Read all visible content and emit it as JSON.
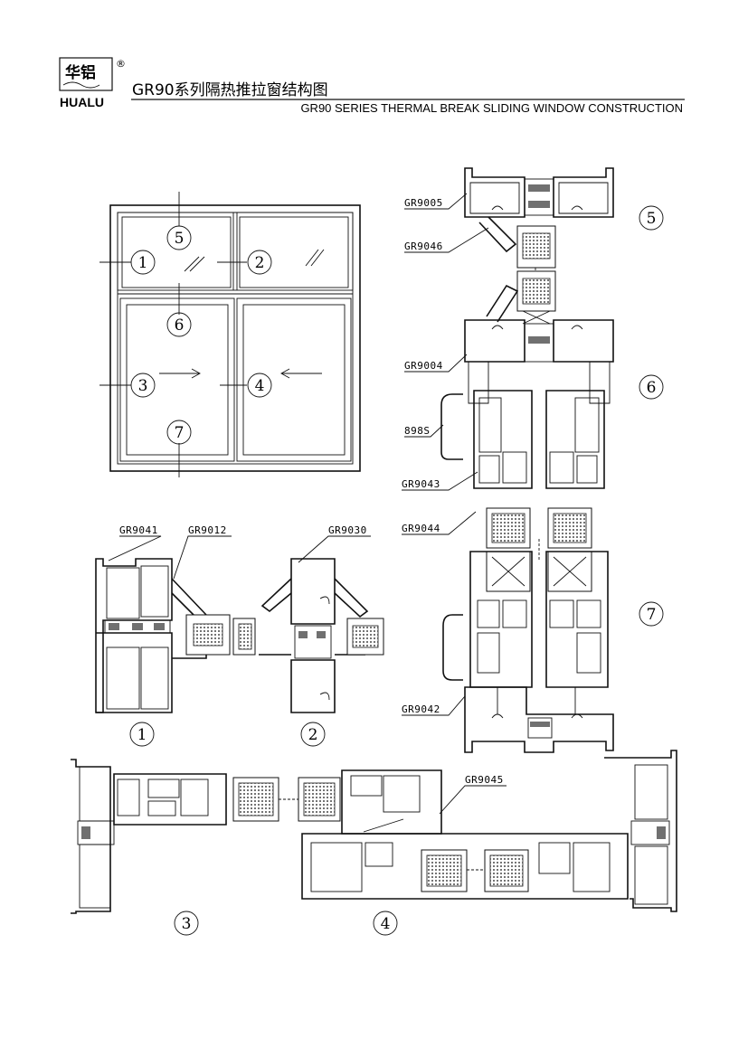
{
  "logo": {
    "cn": "华铝",
    "en": "HUALU",
    "registered": "®"
  },
  "title": {
    "cn": "GR90系列隔热推拉窗结构图",
    "en": "GR90 SERIES THERMAL BREAK SLIDING WINDOW CONSTRUCTION"
  },
  "elevation": {
    "markers": [
      "1",
      "2",
      "3",
      "4",
      "5",
      "6",
      "7"
    ]
  },
  "section_567": {
    "labels": {
      "gr9005": "GR9005",
      "gr9046": "GR9046",
      "gr9004": "GR9004",
      "s898": "898S",
      "gr9043": "GR9043",
      "gr9044": "GR9044",
      "gr9042": "GR9042"
    },
    "markers": {
      "m5": "5",
      "m6": "6",
      "m7": "7"
    }
  },
  "section_1": {
    "labels": {
      "gr9041": "GR9041",
      "gr9012": "GR9012"
    },
    "marker": "1"
  },
  "section_2": {
    "labels": {
      "gr9030": "GR9030"
    },
    "marker": "2"
  },
  "section_34": {
    "labels": {
      "gr9045": "GR9045"
    },
    "markers": {
      "m3": "3",
      "m4": "4"
    }
  }
}
